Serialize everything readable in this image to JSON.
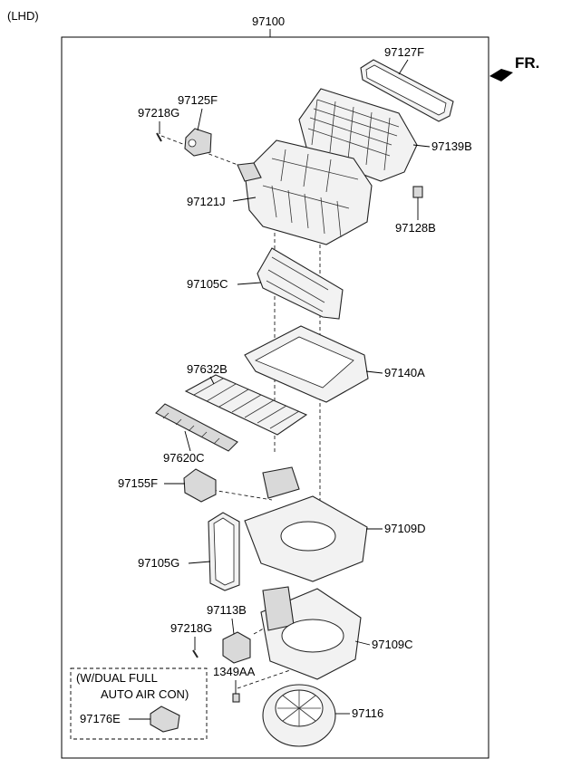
{
  "header": {
    "variant": "(LHD)",
    "assembly_number": "97100",
    "direction": "FR."
  },
  "parts": [
    {
      "id": "p97127F",
      "number": "97127F"
    },
    {
      "id": "p97125F",
      "number": "97125F"
    },
    {
      "id": "p97218G_top",
      "number": "97218G"
    },
    {
      "id": "p97139B",
      "number": "97139B"
    },
    {
      "id": "p97121J",
      "number": "97121J"
    },
    {
      "id": "p97128B",
      "number": "97128B"
    },
    {
      "id": "p97105C",
      "number": "97105C"
    },
    {
      "id": "p97632B",
      "number": "97632B"
    },
    {
      "id": "p97140A",
      "number": "97140A"
    },
    {
      "id": "p97620C",
      "number": "97620C"
    },
    {
      "id": "p97155F",
      "number": "97155F"
    },
    {
      "id": "p97109D",
      "number": "97109D"
    },
    {
      "id": "p97105G",
      "number": "97105G"
    },
    {
      "id": "p97113B",
      "number": "97113B"
    },
    {
      "id": "p97218G_bot",
      "number": "97218G"
    },
    {
      "id": "p97109C",
      "number": "97109C"
    },
    {
      "id": "p1349AA",
      "number": "1349AA"
    },
    {
      "id": "p97116",
      "number": "97116"
    },
    {
      "id": "p97176E",
      "number": "97176E"
    }
  ],
  "option_box": {
    "line1": "(W/DUAL FULL",
    "line2": "AUTO AIR CON)"
  }
}
